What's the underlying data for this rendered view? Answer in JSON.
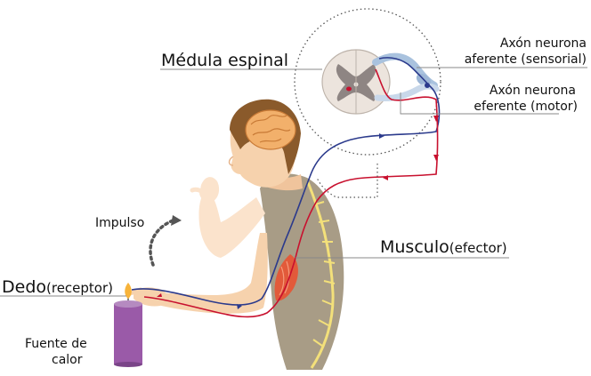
{
  "labels": {
    "spinal_cord": "Médula espinal",
    "afferent_line1": "Axón neurona",
    "afferent_line2": "aferente (sensorial)",
    "efferent_line1": "Axón neurona",
    "efferent_line2": "eferente (motor)",
    "impulse": "Impulso",
    "muscle_main": "Musculo",
    "muscle_sub": "(efector)",
    "finger_main": "Dedo",
    "finger_sub": "(receptor)",
    "heat_line1": "Fuente de",
    "heat_line2": "calor"
  },
  "colors": {
    "afferent_path": "#2b3a8c",
    "efferent_path": "#c8102e",
    "skin": "#f6d2ad",
    "shirt": "#a89c86",
    "hair": "#8a5a2b",
    "brain": "#f2b06b",
    "candle": "#9a5aa8",
    "muscle": "#e25a3a",
    "nerve_yellow": "#f3e07a"
  }
}
